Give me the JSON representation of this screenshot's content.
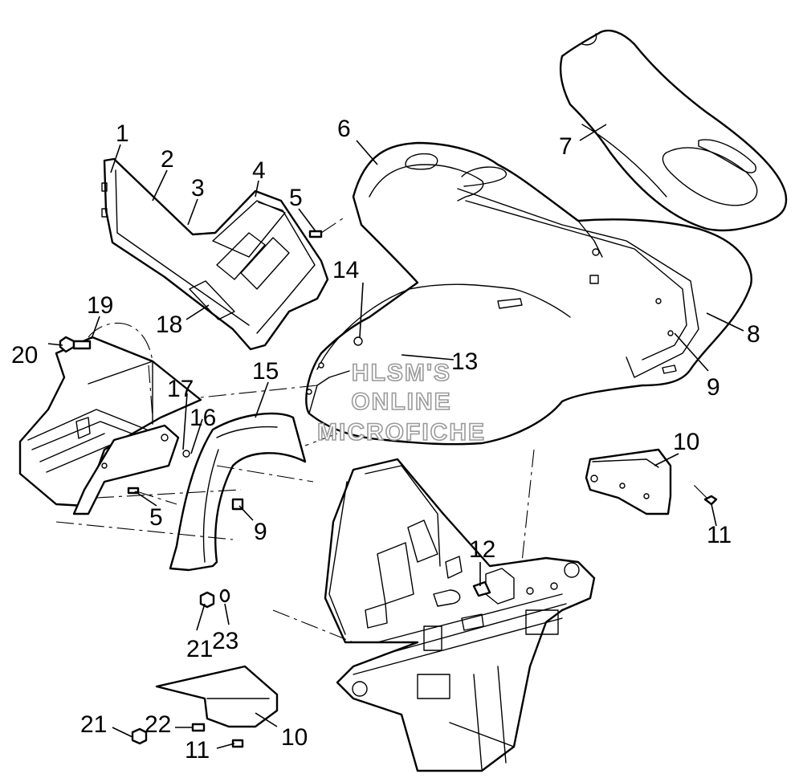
{
  "diagram": {
    "callouts": [
      {
        "id": "c1",
        "text": "1"
      },
      {
        "id": "c2",
        "text": "2"
      },
      {
        "id": "c3",
        "text": "3"
      },
      {
        "id": "c4",
        "text": "4"
      },
      {
        "id": "c5a",
        "text": "5"
      },
      {
        "id": "c6",
        "text": "6"
      },
      {
        "id": "c7",
        "text": "7"
      },
      {
        "id": "c8",
        "text": "8"
      },
      {
        "id": "c9a",
        "text": "9"
      },
      {
        "id": "c10a",
        "text": "10"
      },
      {
        "id": "c11a",
        "text": "11"
      },
      {
        "id": "c12",
        "text": "12"
      },
      {
        "id": "c13",
        "text": "13"
      },
      {
        "id": "c14",
        "text": "14"
      },
      {
        "id": "c15",
        "text": "15"
      },
      {
        "id": "c16",
        "text": "16"
      },
      {
        "id": "c17",
        "text": "17"
      },
      {
        "id": "c18",
        "text": "18"
      },
      {
        "id": "c19",
        "text": "19"
      },
      {
        "id": "c20",
        "text": "20"
      },
      {
        "id": "c5b",
        "text": "5"
      },
      {
        "id": "c9b",
        "text": "9"
      },
      {
        "id": "c21a",
        "text": "21"
      },
      {
        "id": "c23",
        "text": "23"
      },
      {
        "id": "c21b",
        "text": "21"
      },
      {
        "id": "c22",
        "text": "22"
      },
      {
        "id": "c11b",
        "text": "11"
      },
      {
        "id": "c10b",
        "text": "10"
      }
    ],
    "watermark": {
      "line1": "HLSM'S",
      "line2": "ONLINE",
      "line3": "MICROFICHE"
    },
    "colors": {
      "ink": "#000000",
      "paper": "#ffffff",
      "watermark_outline": "#9a9a9a"
    }
  }
}
